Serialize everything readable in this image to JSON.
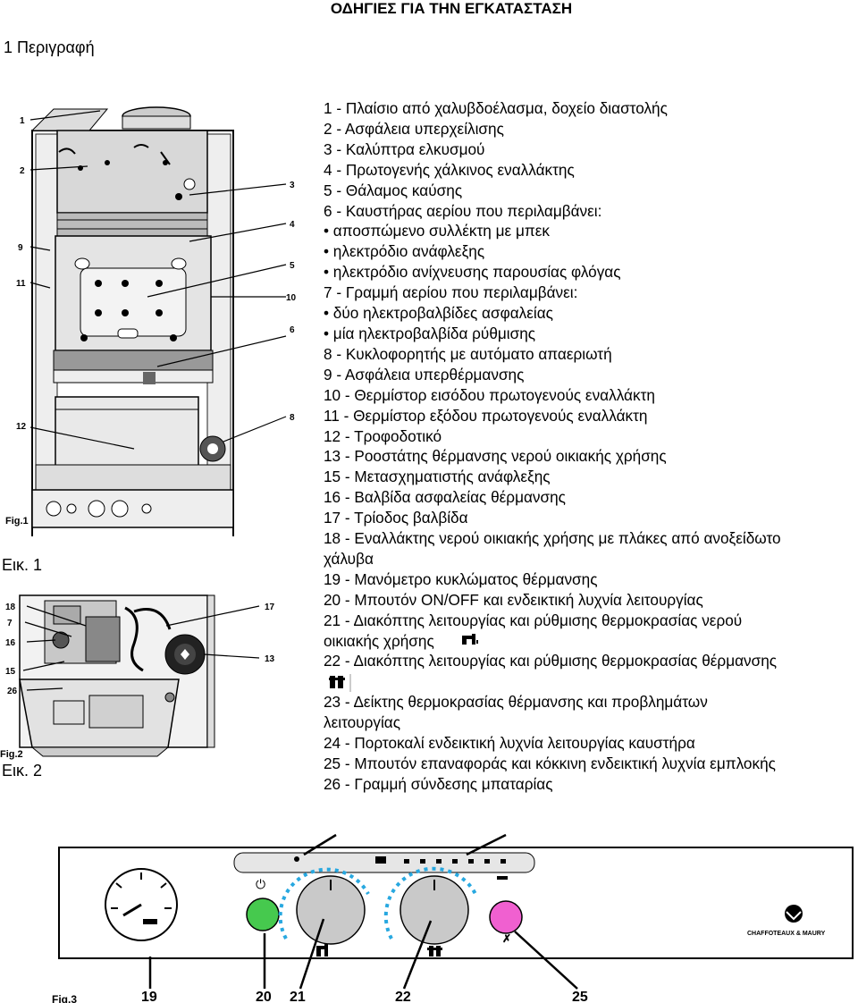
{
  "document": {
    "title": "ΟΔΗΓΙΕΣ ΓΙΑ ΤΗΝ ΕΓΚΑΤΑΣΤΑΣΗ",
    "section": "1 Περιγραφή"
  },
  "legend": [
    "1 - Πλαίσιο από χαλυβδοέλασμα, δοχείο διαστολής",
    "2 - Ασφάλεια υπερχείλισης",
    "3 - Καλύπτρα ελκυσμού",
    "4 - Πρωτογενής χάλκινος εναλλάκτης",
    "5 - Θάλαμος καύσης",
    "6 - Καυστήρας αερίου που περιλαμβάνει:",
    "• αποσπώμενο συλλέκτη με μπεκ",
    "• ηλεκτρόδιο ανάφλεξης",
    "• ηλεκτρόδιο ανίχνευσης παρουσίας φλόγας",
    "7 - Γραμμή αερίου που περιλαμβάνει:",
    "• δύο ηλεκτροβαλβίδες ασφαλείας",
    "• μία ηλεκτροβαλβίδα ρύθμισης",
    "8 - Κυκλοφορητής με αυτόματο απαεριωτή",
    "9 - Ασφάλεια υπερθέρμανσης",
    "10 - Θερμίστορ εισόδου πρωτογενούς εναλλάκτη",
    "11 - Θερμίστορ εξόδου πρωτογενούς εναλλάκτη",
    "12 - Τροφοδοτικό",
    "13 - Ροοστάτης θέρμανσης νερού οικιακής χρήσης",
    "15 - Μετασχηματιστής ανάφλεξης",
    "16 - Βαλβίδα ασφαλείας θέρμανσης",
    "17 - Τρίοδος βαλβίδα",
    "18 - Εναλλάκτης νερού οικιακής χρήσης με πλάκες από ανοξείδωτο",
    "χάλυβα",
    "19 - Μανόμετρο κυκλώματος θέρμανσης",
    "20 - Μπουτόν ON/OFF και ενδεικτική λυχνία λειτουργίας",
    "21 - Διακόπτης λειτουργίας και ρύθμισης θερμοκρασίας νερού",
    "οικιακής χρήσης",
    "22 - Διακόπτης λειτουργίας και ρύθμισης θερμοκρασίας θέρμανσης",
    "",
    "23 - Δείκτης θερμοκρασίας θέρμανσης και προβλημάτων",
    "λειτουργίας",
    "24 - Πορτοκαλί ενδεικτική λυχνία λειτουργίας καυστήρα",
    "25 - Μπουτόν επαναφοράς και κόκκινη ενδεικτική λυχνία εμπλοκής",
    "26 - Γραμμή σύνδεσης μπαταρίας"
  ],
  "fig1": {
    "caption": "Εικ. 1",
    "small_label": "Fig.1",
    "callouts_left": [
      "1",
      "2",
      "9",
      "11",
      "12"
    ],
    "callouts_right": [
      "3",
      "4",
      "5",
      "10",
      "6",
      "8"
    ]
  },
  "fig2": {
    "caption": "Εικ. 2",
    "small_label": "Fig.2",
    "callouts_left": [
      "18",
      "7",
      "16",
      "15",
      "26"
    ],
    "callouts_right": [
      "17",
      "13"
    ]
  },
  "fig3": {
    "small_label": "Fig.3",
    "callouts": [
      "19",
      "20",
      "21",
      "22",
      "25"
    ],
    "brand": "CHAFFOTEAUX & MAURY"
  },
  "colors": {
    "on_button": "#46c94e",
    "reset_button": "#f060d0",
    "dial_scale": "#28a8e0"
  }
}
